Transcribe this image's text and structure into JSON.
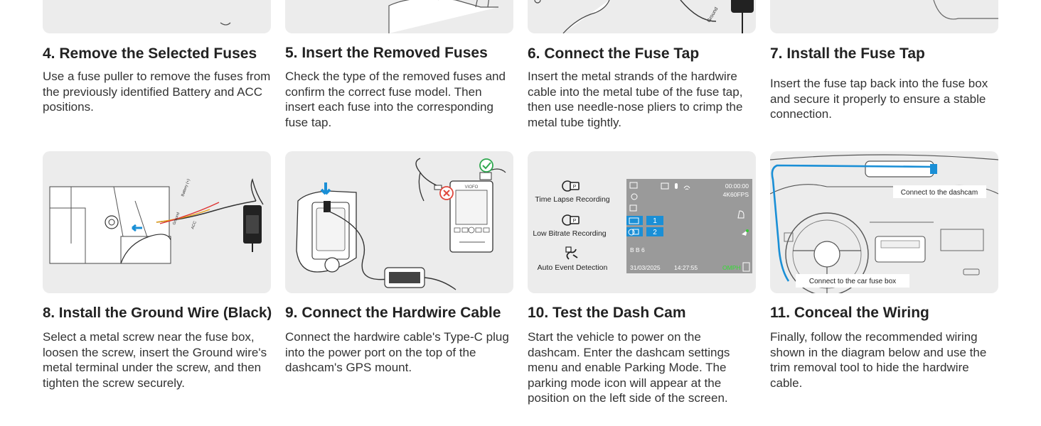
{
  "steps": [
    {
      "title": "4. Remove the Selected Fuses",
      "desc": "Use a fuse puller to remove the fuses from the previously identified Battery and ACC positions."
    },
    {
      "title": "5. Insert the Removed Fuses",
      "desc": "Check the type of the removed fuses and confirm the correct fuse model. Then insert each fuse into the corresponding fuse tap."
    },
    {
      "title": "6. Connect the Fuse Tap",
      "desc": "Insert the metal strands of the hardwire cable into the metal tube of the fuse tap, then use needle-nose pliers to crimp the metal tube tightly."
    },
    {
      "title": "7. Install the Fuse Tap",
      "desc": "Insert the fuse tap back into the fuse box and secure it properly to ensure a stable connection."
    },
    {
      "title": "8. Install the Ground Wire (Black)",
      "desc": "Select a metal screw near the fuse box, loosen the screw, insert the Ground wire's metal terminal under the screw, and then tighten the screw securely."
    },
    {
      "title": "9. Connect the Hardwire Cable",
      "desc": "Connect the hardwire cable's Type-C plug into the power port on the top of the dashcam's GPS mount."
    },
    {
      "title": "10. Test the Dash Cam",
      "desc": "Start the vehicle to power on the dashcam. Enter the dashcam settings menu and enable Parking Mode. The parking mode icon will appear at the position on the left side of the screen."
    },
    {
      "title": "11. Conceal the Wiring",
      "desc": "Finally, follow the recommended wiring shown in the diagram below and use the trim removal tool to hide the hardwire cable."
    }
  ],
  "fig6": {
    "wire_label": "Ground"
  },
  "fig8": {
    "wire_labels": [
      "Battery (+)",
      "Ground",
      "ACC"
    ]
  },
  "fig9": {
    "brand": "VIOFO"
  },
  "fig10": {
    "modes": [
      {
        "label": "Time Lapse Recording",
        "badge": "1"
      },
      {
        "label": "Low Bitrate Recording",
        "badge": "2"
      },
      {
        "label": "Auto Event Detection"
      }
    ],
    "screen": {
      "time": "00:00:00",
      "resolution": "4K60FPS",
      "date": "31/03/2025",
      "clock": "14:27:55",
      "plate": "B B 6",
      "mp": "OMPH"
    }
  },
  "fig11": {
    "dashcam_label": "Connect to the dashcam",
    "fusebox_label": "Connect to the car fuse box"
  },
  "colors": {
    "background": "#ffffff",
    "card_bg": "#ececec",
    "wire_blue": "#1a8fd6",
    "check_green": "#2fa84f",
    "cross_red": "#e0473c"
  }
}
